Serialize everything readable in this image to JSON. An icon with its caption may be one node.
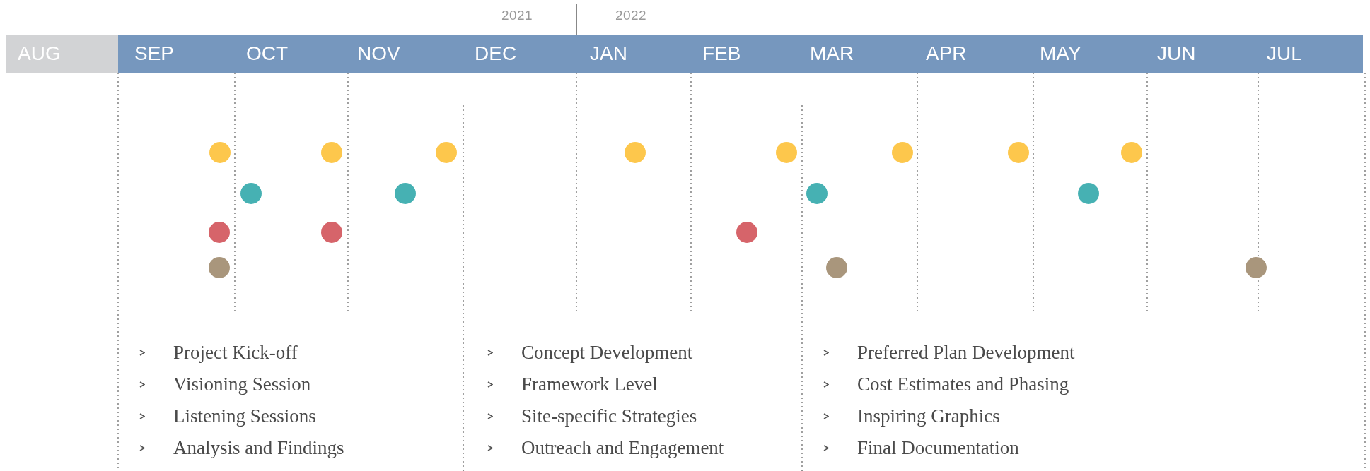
{
  "diagram": {
    "labels": [
      "2021",
      "2022",
      "AUG",
      "SEP",
      "OCT",
      "NOV",
      "DEC",
      "JAN",
      "FEB",
      "MAR",
      "APR",
      "MAY",
      "JUN",
      "JUL",
      "Project Kick-off",
      "Visioning Session",
      "Listening Sessions",
      "Analysis and Findings",
      "Concept Development",
      "Framework Level",
      "Site-specific Strategies",
      "Outreach and Engagement",
      "Preferred Plan Development",
      "Cost Estimates and Phasing",
      "Inspiring Graphics",
      "Final Documentation"
    ]
  }
}
